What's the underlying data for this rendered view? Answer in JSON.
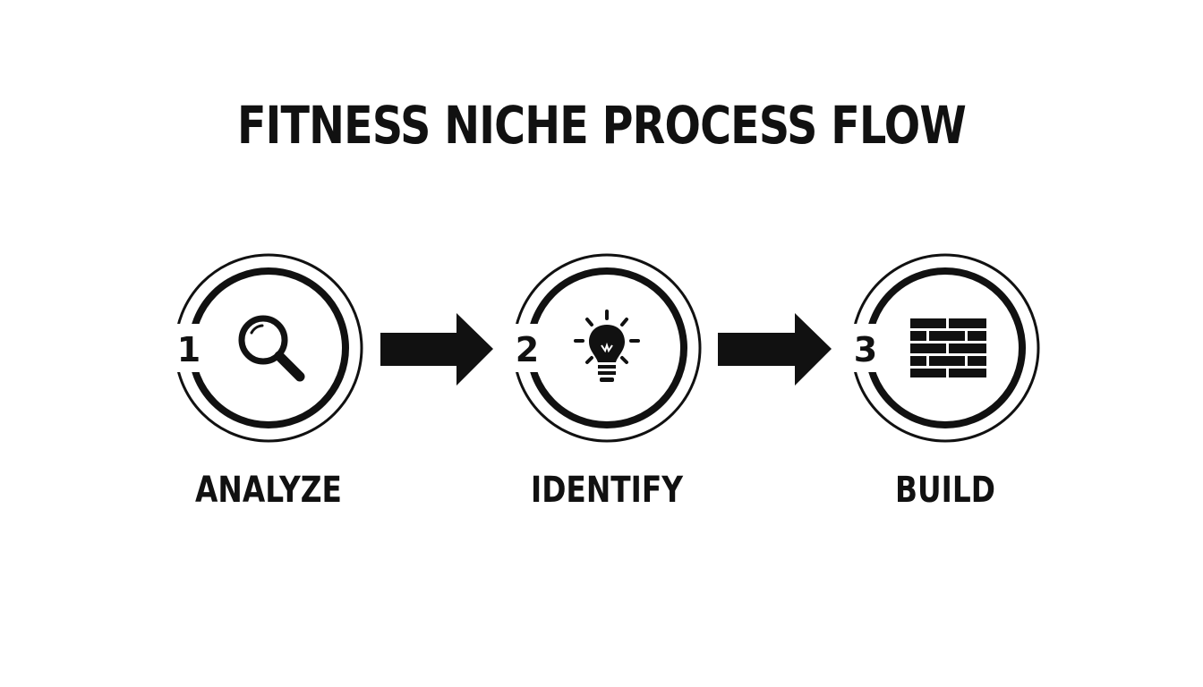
{
  "title": "FITNESS NICHE PROCESS FLOW",
  "steps": [
    {
      "number": "1",
      "label": "ANALYZE",
      "icon": "magnifying-glass-icon"
    },
    {
      "number": "2",
      "label": "IDENTIFY",
      "icon": "lightbulb-icon"
    },
    {
      "number": "3",
      "label": "BUILD",
      "icon": "brick-wall-icon"
    }
  ],
  "connectors": [
    "arrow-right-icon",
    "arrow-right-icon"
  ],
  "colors": {
    "ink": "#111111",
    "background": "#ffffff"
  }
}
